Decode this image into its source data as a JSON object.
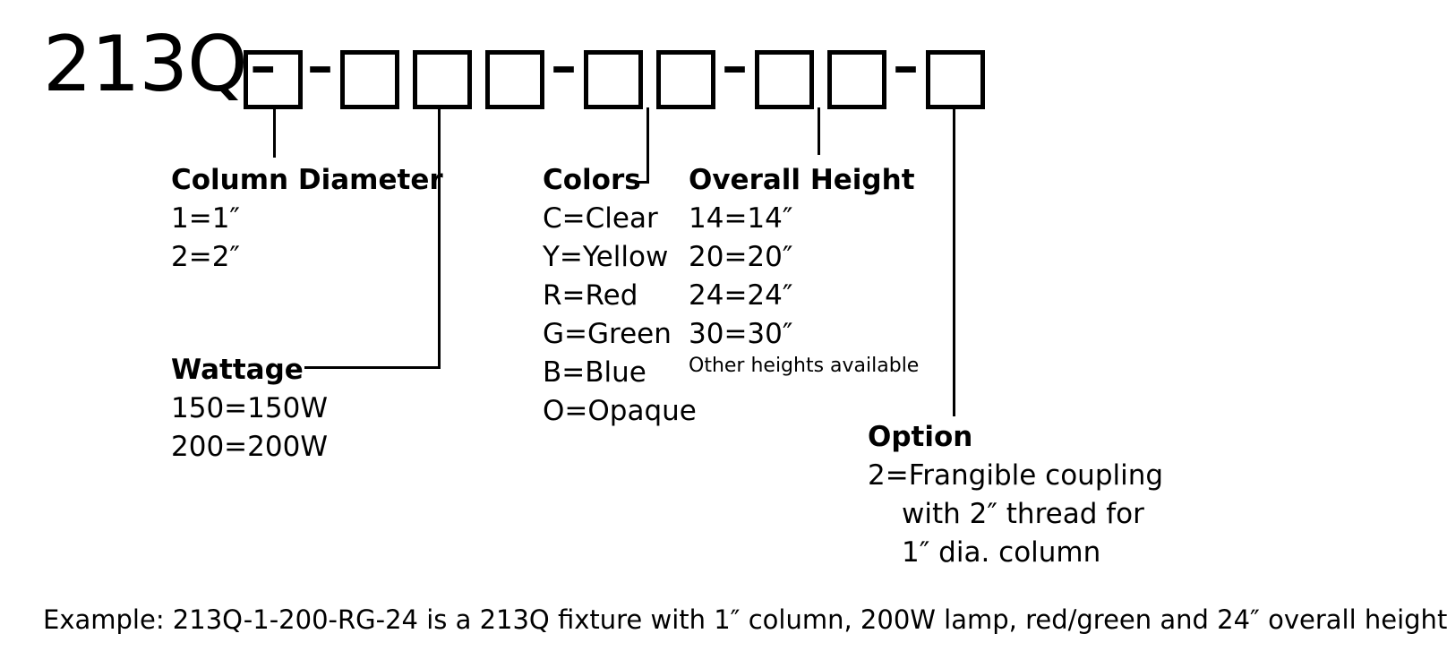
{
  "part_code": {
    "prefix": "213Q-",
    "separator": "-"
  },
  "column_diameter": {
    "heading": "Column Diameter",
    "items": [
      "1=1″",
      "2=2″"
    ]
  },
  "wattage": {
    "heading": "Wattage",
    "items": [
      "150=150W",
      "200=200W"
    ]
  },
  "colors": {
    "heading": "Colors",
    "items": [
      "C=Clear",
      "Y=Yellow",
      "R=Red",
      "G=Green",
      "B=Blue",
      "O=Opaque"
    ]
  },
  "overall_height": {
    "heading": "Overall Height",
    "items": [
      "14=14″",
      "20=20″",
      "24=24″",
      "30=30″"
    ],
    "note": "Other heights available"
  },
  "option": {
    "heading": "Option",
    "lines": [
      "2=Frangible coupling",
      "with 2″ thread for",
      "1″ dia. column"
    ]
  },
  "example": "Example:  213Q-1-200-RG-24 is a 213Q fixture with 1″ column, 200W lamp, red/green and 24″ overall height"
}
